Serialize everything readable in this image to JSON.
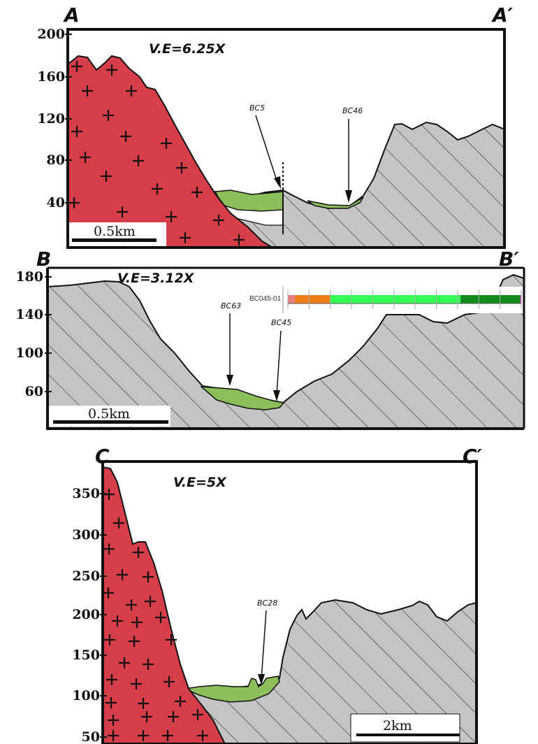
{
  "panels": [
    {
      "id": "A",
      "corner_left": "A",
      "corner_right": "A′",
      "vertical_exaggeration": "V.E=6.25X",
      "y_ticks": [
        "200",
        "160",
        "120",
        "80",
        "40"
      ],
      "scale_bar": "0.5km",
      "samples": [
        "BC5",
        "BC46"
      ]
    },
    {
      "id": "B",
      "corner_left": "B",
      "corner_right": "B′",
      "vertical_exaggeration": "V.E=3.12X",
      "y_ticks": [
        "180",
        "140",
        "100",
        "60"
      ],
      "scale_bar": "0.5km",
      "samples": [
        "BC63",
        "BC45"
      ],
      "core_log": {
        "label": "BC045-01",
        "colors": [
          "#e58080",
          "#ef7d1a",
          "#33ff55",
          "#128a1c",
          "#a020a0"
        ]
      }
    },
    {
      "id": "C",
      "corner_left": "C",
      "corner_right": "C′",
      "vertical_exaggeration": "V.E=5X",
      "y_ticks": [
        "350",
        "300",
        "250",
        "200",
        "150",
        "100",
        "50"
      ],
      "scale_bar": "2km",
      "samples": [
        "BC28"
      ]
    }
  ],
  "colors": {
    "granite": "#d63e4a",
    "bedrock": "#c4c4c4",
    "sediment": "#8cbf5a",
    "outline": "#111111"
  }
}
